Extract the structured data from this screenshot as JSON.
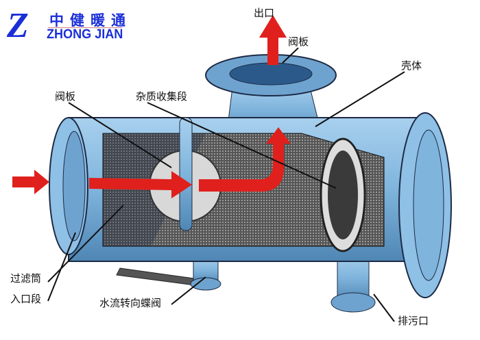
{
  "logo": {
    "chinese": "中健暖通",
    "english": "ZHONG JIAN",
    "mark": "Z"
  },
  "labels": {
    "outlet": "出口",
    "valve_plate_top": "阀板",
    "shell": "壳体",
    "valve_plate_left": "阀板",
    "impurity_section": "杂质收集段",
    "filter_cylinder": "过滤筒",
    "inlet_section": "入口段",
    "butterfly_valve": "水流转向蝶阀",
    "drain_outlet": "排污口"
  },
  "colors": {
    "body": "#7fb4dc",
    "dark": "#1c2a44",
    "arrow": "#e0201c",
    "logo": "#1a2fd8"
  }
}
